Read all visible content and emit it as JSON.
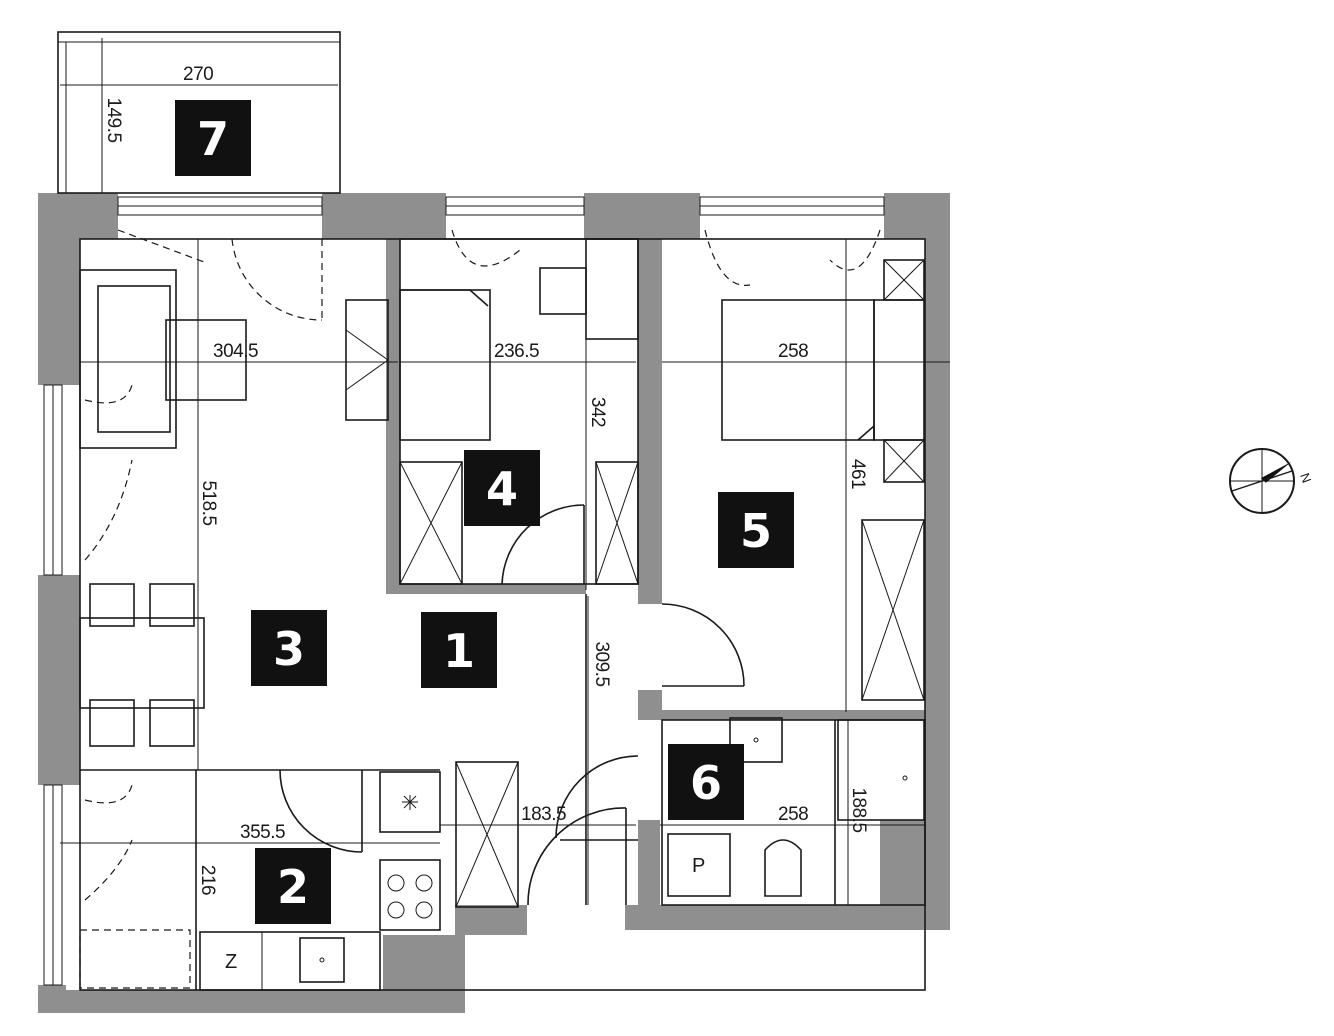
{
  "rooms": [
    {
      "number": "1"
    },
    {
      "number": "2"
    },
    {
      "number": "3"
    },
    {
      "number": "4"
    },
    {
      "number": "5"
    },
    {
      "number": "6"
    },
    {
      "number": "7"
    }
  ],
  "dimensions": {
    "balcony_width": "270",
    "balcony_depth": "149.5",
    "living_width": "304.5",
    "living_length": "518.5",
    "bedroom4_width": "236.5",
    "bedroom4_length": "342",
    "bedroom5_width": "258",
    "bedroom5_length": "461",
    "hall_length": "309.5",
    "hall_width": "183.5",
    "kitchen_width": "355.5",
    "kitchen_length": "216",
    "bathroom_width": "258",
    "bathroom_length": "188.5"
  },
  "appliances": {
    "fridge": "Z",
    "washer": "P"
  },
  "compass": {
    "north": "N"
  },
  "colors": {
    "wall": "#8f8f8f",
    "badge": "#111111"
  }
}
